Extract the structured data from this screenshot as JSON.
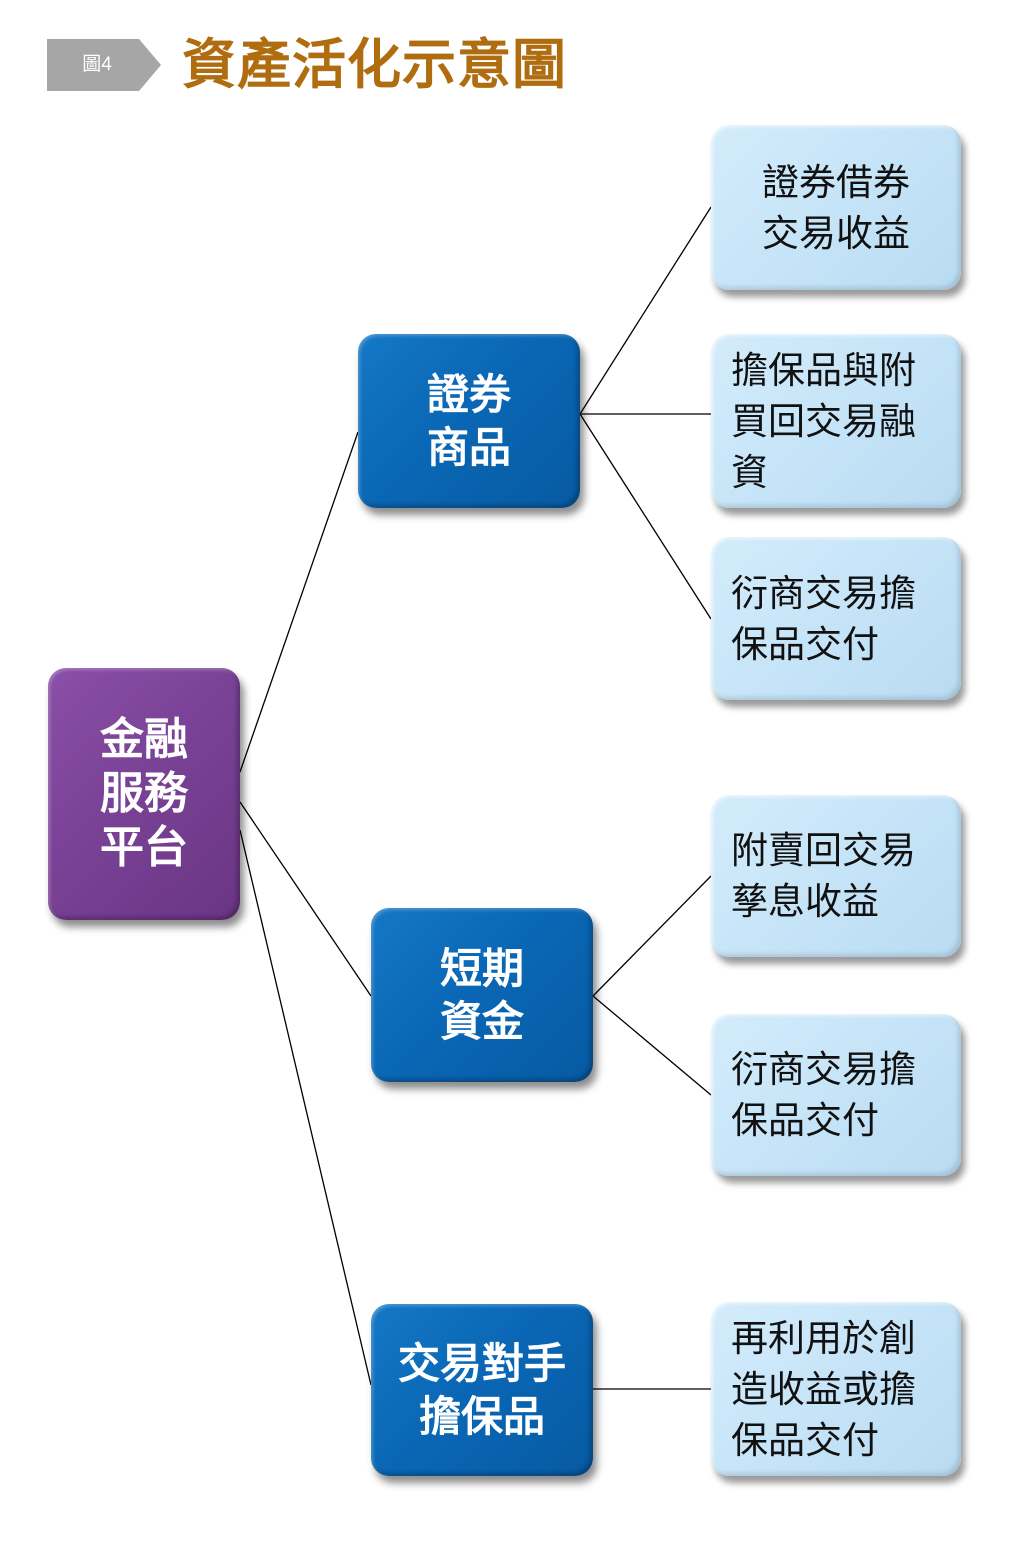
{
  "figure": {
    "tag_label": "圖4",
    "title": "資產活化示意圖"
  },
  "colors": {
    "title": "#b06d10",
    "tag_bg": "#a6a6a6",
    "root": "#7a4296",
    "mid": "#0a67b5",
    "leaf": "#c6e4f8",
    "connector": "#000000"
  },
  "diagram": {
    "root": {
      "label": "金融\n服務\n平台"
    },
    "branches": [
      {
        "label": "證券\n商品",
        "children": [
          {
            "label": "證券借券\n交易收益"
          },
          {
            "label": "擔保品與附\n買回交易融\n資"
          },
          {
            "label": "衍商交易擔\n保品交付"
          }
        ]
      },
      {
        "label": "短期\n資金",
        "children": [
          {
            "label": "附賣回交易\n孳息收益"
          },
          {
            "label": "衍商交易擔\n保品交付"
          }
        ]
      },
      {
        "label": "交易對手\n擔保品",
        "children": [
          {
            "label": "再利用於創\n造收益或擔\n保品交付"
          }
        ]
      }
    ]
  }
}
